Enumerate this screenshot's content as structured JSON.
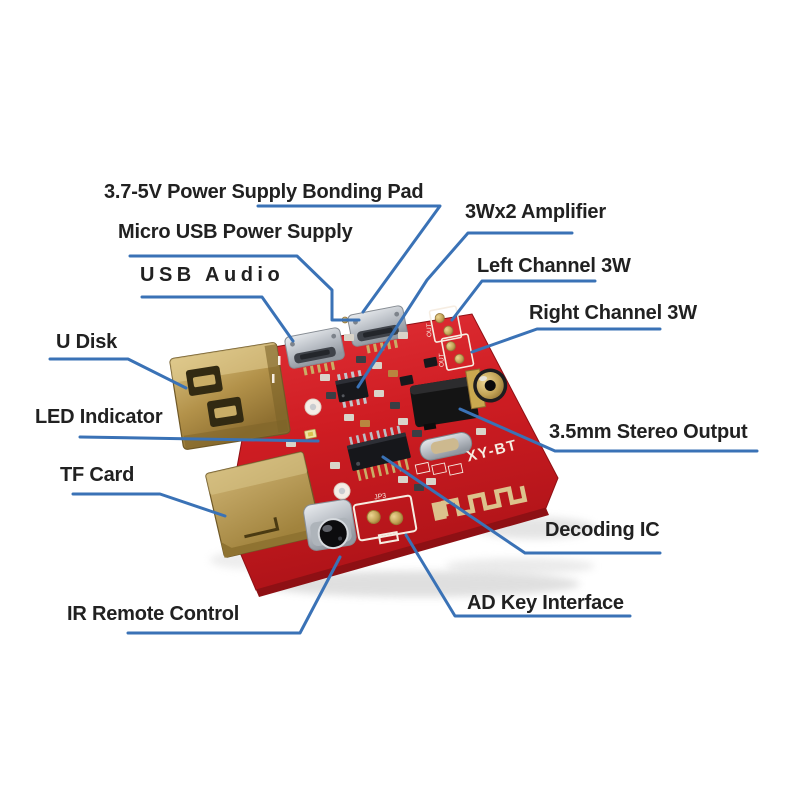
{
  "colors": {
    "background": "#ffffff",
    "leader_line": "#3a72b6",
    "label_text": "#212121",
    "board_red": "#cf1d23",
    "board_edge": "#8e1014",
    "gold": "#b3924a",
    "silver": "#b9bec5",
    "silkscreen_white": "#f6ede2"
  },
  "board": {
    "silkscreen": {
      "model": "XY-BT",
      "out_label": "OUT",
      "jp3_label": "JP3"
    }
  },
  "labels": [
    {
      "id": "bonding-pad",
      "text": "3.7-5V Power Supply Bonding Pad"
    },
    {
      "id": "micro-usb-power",
      "text": "Micro USB Power Supply"
    },
    {
      "id": "usb-audio",
      "text": "USB Audio"
    },
    {
      "id": "u-disk",
      "text": "U Disk"
    },
    {
      "id": "led-indicator",
      "text": "LED Indicator"
    },
    {
      "id": "tf-card",
      "text": "TF Card"
    },
    {
      "id": "ir-remote",
      "text": "IR Remote Control"
    },
    {
      "id": "amplifier",
      "text": "3Wx2 Amplifier"
    },
    {
      "id": "left-channel",
      "text": "Left Channel 3W"
    },
    {
      "id": "right-channel",
      "text": "Right Channel 3W"
    },
    {
      "id": "stereo-output",
      "text": "3.5mm Stereo Output"
    },
    {
      "id": "decoding-ic",
      "text": "Decoding IC"
    },
    {
      "id": "ad-key",
      "text": "AD Key Interface"
    }
  ]
}
